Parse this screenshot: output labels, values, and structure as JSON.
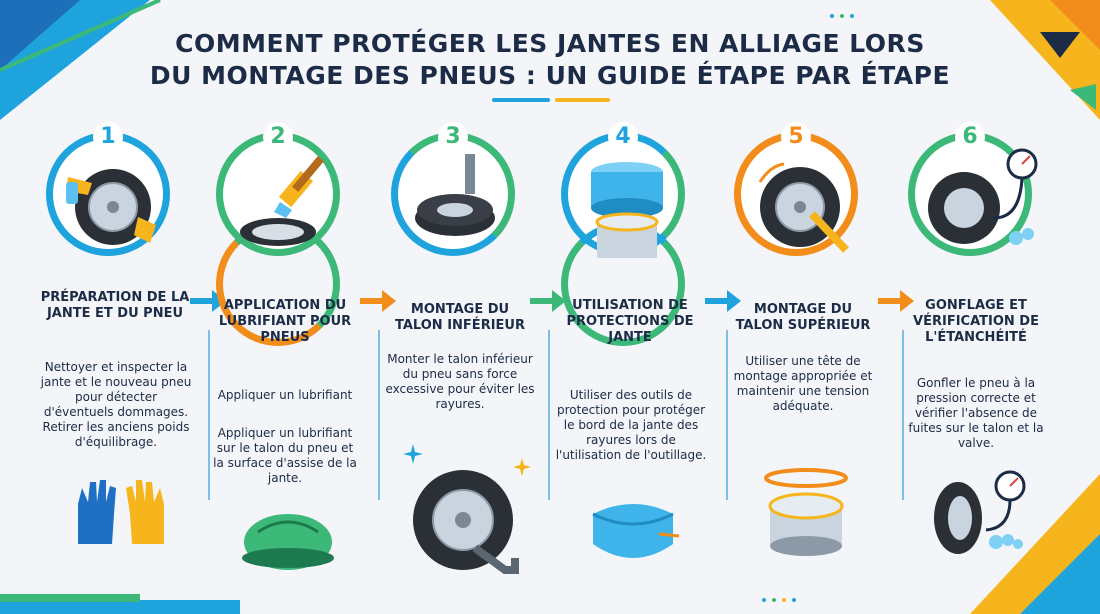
{
  "title": {
    "line1": "COMMENT PROTÉGER LES JANTES EN ALLIAGE LORS",
    "line2": "DU MONTAGE DES PNEUS : UN GUIDE ÉTAPE PAR ÉTAPE"
  },
  "colors": {
    "blue": "#1fa3dd",
    "green": "#3cb878",
    "orange": "#f28c1a",
    "navy": "#1c2b46",
    "yellow": "#f6b51c"
  },
  "steps": [
    {
      "number": "1",
      "title": "PRÉPARATION DE LA JANTE ET DU PNEU",
      "desc1": "Nettoyer et inspecter la jante et le nouveau pneu pour détecter d'éventuels dommages. Retirer les anciens poids d'équilibrage.",
      "desc2": "",
      "icon": "cleaning-wheel-icon",
      "bottom_icon": "gloves-icon"
    },
    {
      "number": "2",
      "title": "APPLICATION DU LUBRIFIANT POUR PNEUS",
      "desc1": "Appliquer un lubrifiant",
      "desc2": "Appliquer un lubrifiant sur le talon du pneu et la surface d'assise de la jante.",
      "icon": "brush-lubricant-icon",
      "bottom_icon": "rim-cover-icon"
    },
    {
      "number": "3",
      "title": "MONTAGE DU TALON INFÉRIEUR",
      "desc1": "Monter le talon inférieur du pneu sans force excessive pour éviter les rayures.",
      "desc2": "",
      "icon": "tire-changer-icon",
      "bottom_icon": "tire-lever-icon"
    },
    {
      "number": "4",
      "title": "UTILISATION DE PROTECTIONS DE JANTE",
      "desc1": "Utiliser des outils de protection pour protéger le bord de la jante des rayures lors de l'utilisation de l'outillage.",
      "desc2": "",
      "icon": "rim-protector-icon",
      "bottom_icon": "rim-guard-icon"
    },
    {
      "number": "5",
      "title": "MONTAGE DU TALON SUPÉRIEUR",
      "desc1": "Utiliser une tête de montage appropriée et maintenir une tension adéquate.",
      "desc2": "",
      "icon": "mounting-head-icon",
      "bottom_icon": "bead-ring-icon"
    },
    {
      "number": "6",
      "title": "GONFLAGE ET VÉRIFICATION DE L'ÉTANCHÉITÉ",
      "desc1": "Gonfler le pneu à la pression correcte et vérifier l'absence de fuites sur le talon et la valve.",
      "desc2": "",
      "icon": "pressure-gauge-icon",
      "bottom_icon": "gauge-tire-icon"
    }
  ]
}
